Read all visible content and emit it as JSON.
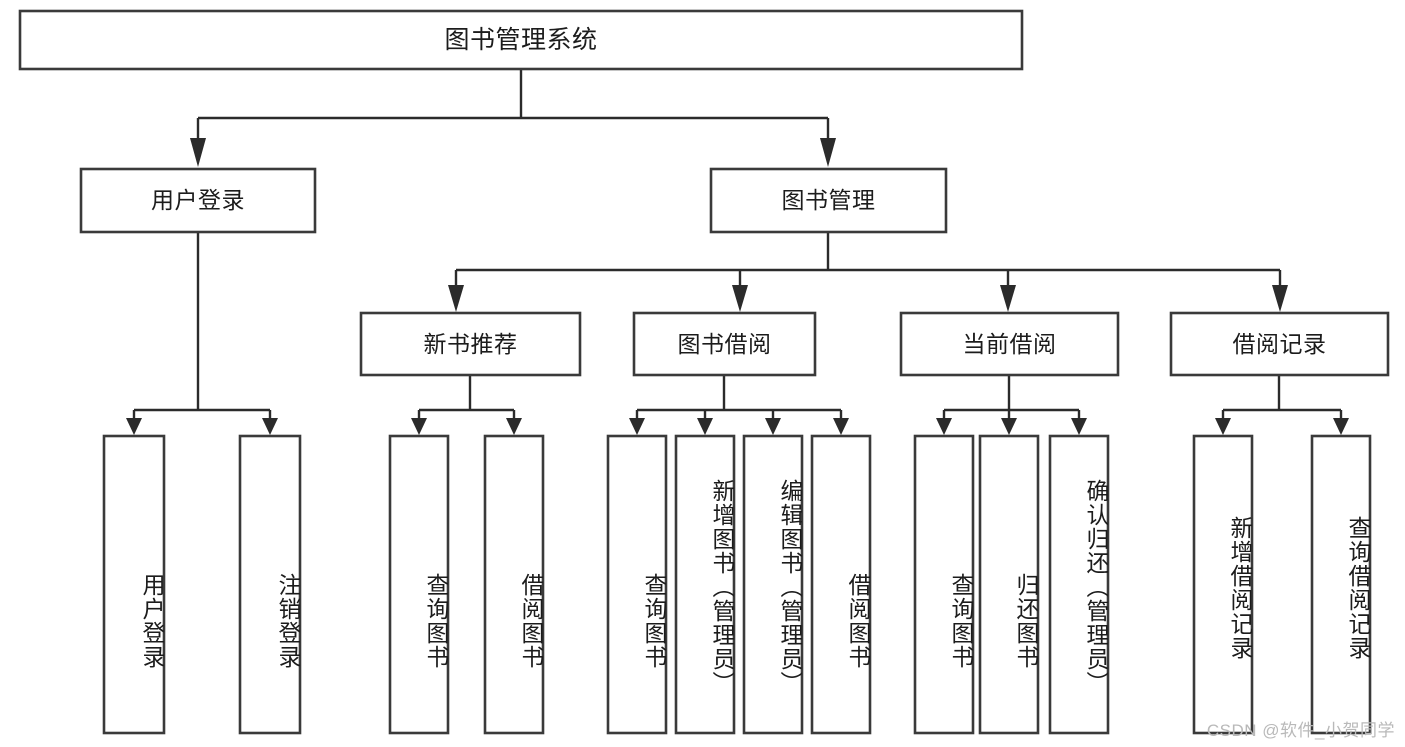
{
  "diagram": {
    "type": "tree",
    "orientation": "top-down",
    "title_text": "图书管理系统",
    "colors": {
      "box_fill": "#ffffff",
      "box_stroke": "#3a3a3a",
      "connector": "#2b2b2b",
      "text": "#1c1c1c",
      "background": "#ffffff",
      "watermark": "#b9b9b9"
    },
    "root": {
      "id": "root",
      "label": "图书管理系统"
    },
    "level1": [
      {
        "id": "user-login",
        "label": "用户登录"
      },
      {
        "id": "book-management",
        "label": "图书管理"
      }
    ],
    "level2": [
      {
        "id": "new-book-recommend",
        "label": "新书推荐",
        "parent": "book-management"
      },
      {
        "id": "book-borrow",
        "label": "图书借阅",
        "parent": "book-management"
      },
      {
        "id": "current-borrow",
        "label": "当前借阅",
        "parent": "book-management"
      },
      {
        "id": "borrow-record",
        "label": "借阅记录",
        "parent": "book-management"
      }
    ],
    "leaves": [
      {
        "id": "leaf-user-login",
        "label": "用户登录",
        "parent": "user-login"
      },
      {
        "id": "leaf-logout-login",
        "label": "注销登录",
        "parent": "user-login"
      },
      {
        "id": "leaf-query-book-1",
        "label": "查询图书",
        "parent": "new-book-recommend"
      },
      {
        "id": "leaf-borrow-book-1",
        "label": "借阅图书",
        "parent": "new-book-recommend"
      },
      {
        "id": "leaf-query-book-2",
        "label": "查询图书",
        "parent": "book-borrow"
      },
      {
        "id": "leaf-add-book-admin",
        "label": "新增图书（管理员）",
        "parent": "book-borrow"
      },
      {
        "id": "leaf-edit-book-admin",
        "label": "编辑图书（管理员）",
        "parent": "book-borrow"
      },
      {
        "id": "leaf-borrow-book-2",
        "label": "借阅图书",
        "parent": "book-borrow"
      },
      {
        "id": "leaf-query-book-3",
        "label": "查询图书",
        "parent": "current-borrow"
      },
      {
        "id": "leaf-return-book",
        "label": "归还图书",
        "parent": "current-borrow"
      },
      {
        "id": "leaf-confirm-return-admin",
        "label": "确认归还（管理员）",
        "parent": "current-borrow"
      },
      {
        "id": "leaf-add-borrow-record",
        "label": "新增借阅记录",
        "parent": "borrow-record"
      },
      {
        "id": "leaf-query-borrow-record",
        "label": "查询借阅记录",
        "parent": "borrow-record"
      }
    ]
  },
  "watermark": {
    "text": "CSDN @软件_小贺同学"
  }
}
